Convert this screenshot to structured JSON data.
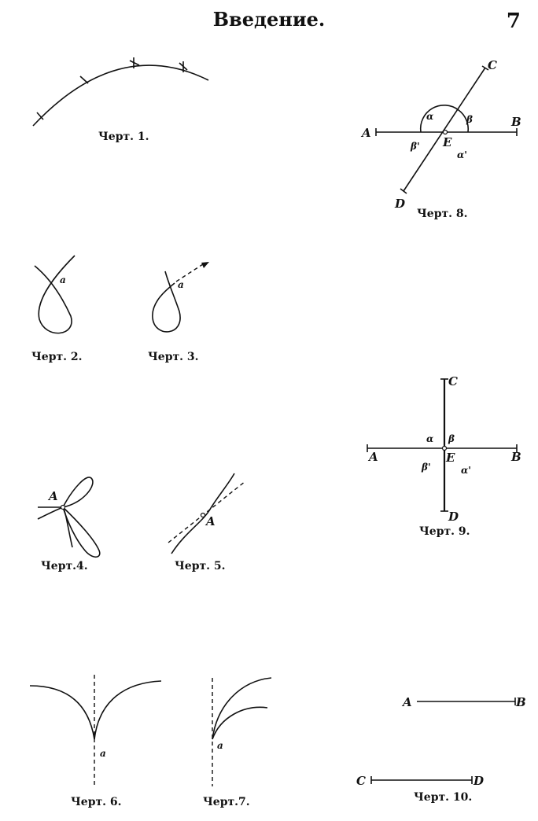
{
  "header": {
    "title": "Введение.",
    "page_number": "7"
  },
  "figures": {
    "fig1": {
      "caption": "Черт. 1."
    },
    "fig2": {
      "caption": "Черт. 2.",
      "labels": {
        "a": "a"
      }
    },
    "fig3": {
      "caption": "Черт. 3.",
      "labels": {
        "a": "a"
      }
    },
    "fig4": {
      "caption": "Черт.4.",
      "labels": {
        "A": "A"
      }
    },
    "fig5": {
      "caption": "Черт. 5.",
      "labels": {
        "A": "A"
      }
    },
    "fig6": {
      "caption": "Черт. 6.",
      "labels": {
        "a": "a"
      }
    },
    "fig7": {
      "caption": "Черт.7.",
      "labels": {
        "a": "a"
      }
    },
    "fig8": {
      "caption": "Черт. 8.",
      "labels": {
        "A": "A",
        "B": "B",
        "C": "C",
        "D": "D",
        "E": "E",
        "alpha": "α",
        "beta": "β",
        "beta_prime": "β'",
        "alpha_prime": "α'"
      }
    },
    "fig9": {
      "caption": "Черт. 9.",
      "labels": {
        "A": "A",
        "B": "B",
        "C": "C",
        "D": "D",
        "E": "E",
        "alpha": "α",
        "beta": "β",
        "beta_prime": "β'",
        "alpha_prime": "α'"
      }
    },
    "fig10": {
      "caption": "Черт. 10.",
      "labels": {
        "A": "A",
        "B": "B",
        "C": "C",
        "D": "D"
      }
    }
  }
}
